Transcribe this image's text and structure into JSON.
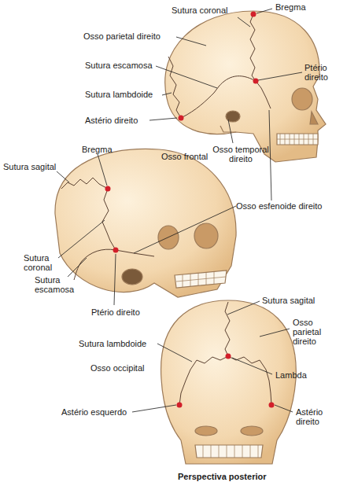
{
  "diagram": {
    "labels": [
      "Sutura coronal",
      "Bregma",
      "Osso parietal direito",
      "Ptério direito",
      "Sutura escamosa",
      "Sutura lambdoide",
      "Astério direito",
      "Osso temporal direito",
      "Bregma",
      "Osso frontal",
      "Sutura sagital",
      "Sutura coronal",
      "Osso esfenoide direito",
      "Sutura escamosa",
      "Ptério direito",
      "Sutura sagital",
      "Osso parietal direito",
      "Sutura lambdoide",
      "Lambda",
      "Osso occipital",
      "Astério esquerdo",
      "Astério direito",
      "Perspectiva posterior"
    ]
  }
}
